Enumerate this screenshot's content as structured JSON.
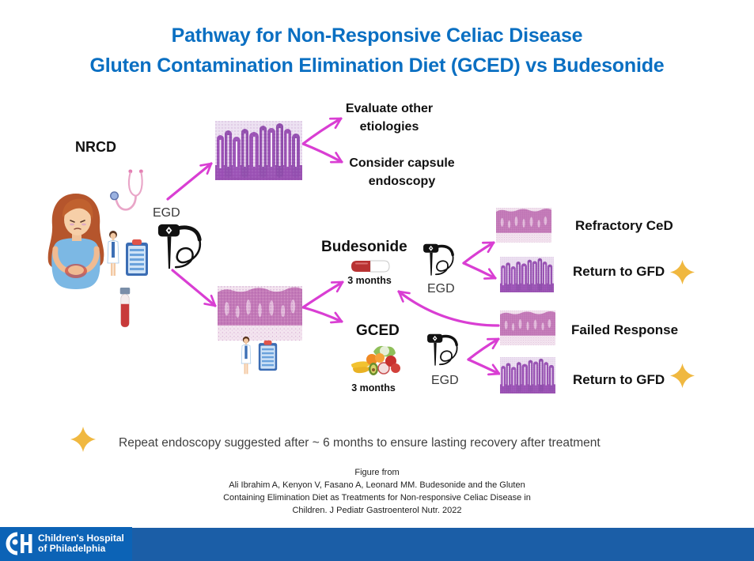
{
  "title": {
    "line1": "Pathway for Non-Responsive Celiac Disease",
    "line2": "Gluten Contamination Elimination Diet (GCED) vs Budesonide"
  },
  "diagram": {
    "start": {
      "label": "NRCD",
      "icons": [
        "patient-abdominal-pain-icon",
        "stethoscope-icon",
        "doctor-icon",
        "clipboard-icon",
        "blood-test-tube-icon"
      ]
    },
    "initial_procedure": {
      "label": "EGD",
      "icon": "endoscope-icon"
    },
    "normal_biopsy": {
      "image": "histology-normal-villi",
      "outcomes": [
        {
          "lines": [
            "Evaluate other",
            "etiologies"
          ]
        },
        {
          "lines": [
            "Consider capsule",
            "endoscopy"
          ]
        }
      ]
    },
    "abnormal_biopsy": {
      "image": "histology-villous-atrophy",
      "icons": [
        "doctor-icon",
        "clipboard-icon"
      ]
    },
    "treatments": [
      {
        "name": "Budesonide",
        "icon": "capsule-pill-icon",
        "duration": "3 months",
        "followup": "EGD",
        "outcomes": [
          {
            "label": "Refractory CeD",
            "image": "histology-villous-atrophy",
            "star": false
          },
          {
            "label": "Return to GFD",
            "image": "histology-normal-villi",
            "star": true
          }
        ]
      },
      {
        "name": "GCED",
        "icon": "fruits-vegetables-icon",
        "duration": "3 months",
        "followup": "EGD",
        "outcomes": [
          {
            "label": "Failed Response",
            "image": "histology-villous-atrophy",
            "star": false
          },
          {
            "label": "Return to GFD",
            "image": "histology-normal-villi",
            "star": true
          }
        ]
      }
    ],
    "failed_response_next": "Budesonide"
  },
  "note": {
    "icon": "star-icon",
    "text": "Repeat endoscopy suggested after ~ 6 months to ensure lasting recovery after treatment"
  },
  "citation": {
    "lines": [
      "Figure from",
      "Ali Ibrahim A, Kenyon V, Fasano A, Leonard MM. Budesonide and the Gluten",
      "Containing Elimination Diet as Treatments for Non-responsive Celiac Disease in",
      "Children. J Pediatr Gastroenterol Nutr. 2022"
    ]
  },
  "footer": {
    "logo_mark": "CH",
    "org_line1": "Children's Hospital",
    "org_line2": "of Philadelphia"
  },
  "colors": {
    "title": "#0a6fc2",
    "arrow": "#d93ed3",
    "star": "#f0b840",
    "footer": "#1b5ea7",
    "footer_logo": "#0c63b6"
  }
}
